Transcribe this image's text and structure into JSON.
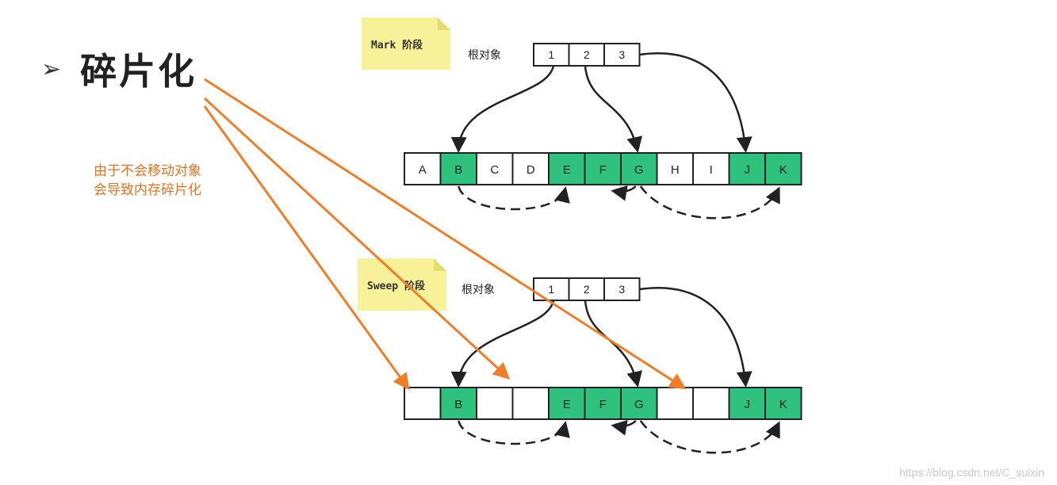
{
  "title": {
    "bullet": "➢",
    "text": "碎片化"
  },
  "note": {
    "line1": "由于不会移动对象",
    "line2": "会导致内存碎片化"
  },
  "colors": {
    "live": "#2ec27e",
    "empty": "#ffffff",
    "border": "#222222",
    "sticky": "#f7f29a",
    "annotation": "#f07d28"
  },
  "phases": [
    {
      "sticky_label": "Mark 阶段",
      "root_label": "根对象",
      "roots": [
        "1",
        "2",
        "3"
      ],
      "cells": [
        {
          "label": "A",
          "live": false
        },
        {
          "label": "B",
          "live": true
        },
        {
          "label": "C",
          "live": false
        },
        {
          "label": "D",
          "live": false
        },
        {
          "label": "E",
          "live": true
        },
        {
          "label": "F",
          "live": true
        },
        {
          "label": "G",
          "live": true
        },
        {
          "label": "H",
          "live": false
        },
        {
          "label": "I",
          "live": false
        },
        {
          "label": "J",
          "live": true
        },
        {
          "label": "K",
          "live": true
        }
      ]
    },
    {
      "sticky_label": "Sweep 阶段",
      "root_label": "根对象",
      "roots": [
        "1",
        "2",
        "3"
      ],
      "cells": [
        {
          "label": "",
          "live": false
        },
        {
          "label": "B",
          "live": true
        },
        {
          "label": "",
          "live": false
        },
        {
          "label": "",
          "live": false
        },
        {
          "label": "E",
          "live": true
        },
        {
          "label": "F",
          "live": true
        },
        {
          "label": "G",
          "live": true
        },
        {
          "label": "",
          "live": false
        },
        {
          "label": "",
          "live": false
        },
        {
          "label": "J",
          "live": true
        },
        {
          "label": "K",
          "live": true
        }
      ]
    }
  ],
  "watermark": "https://blog.csdn.net/C_suixin"
}
